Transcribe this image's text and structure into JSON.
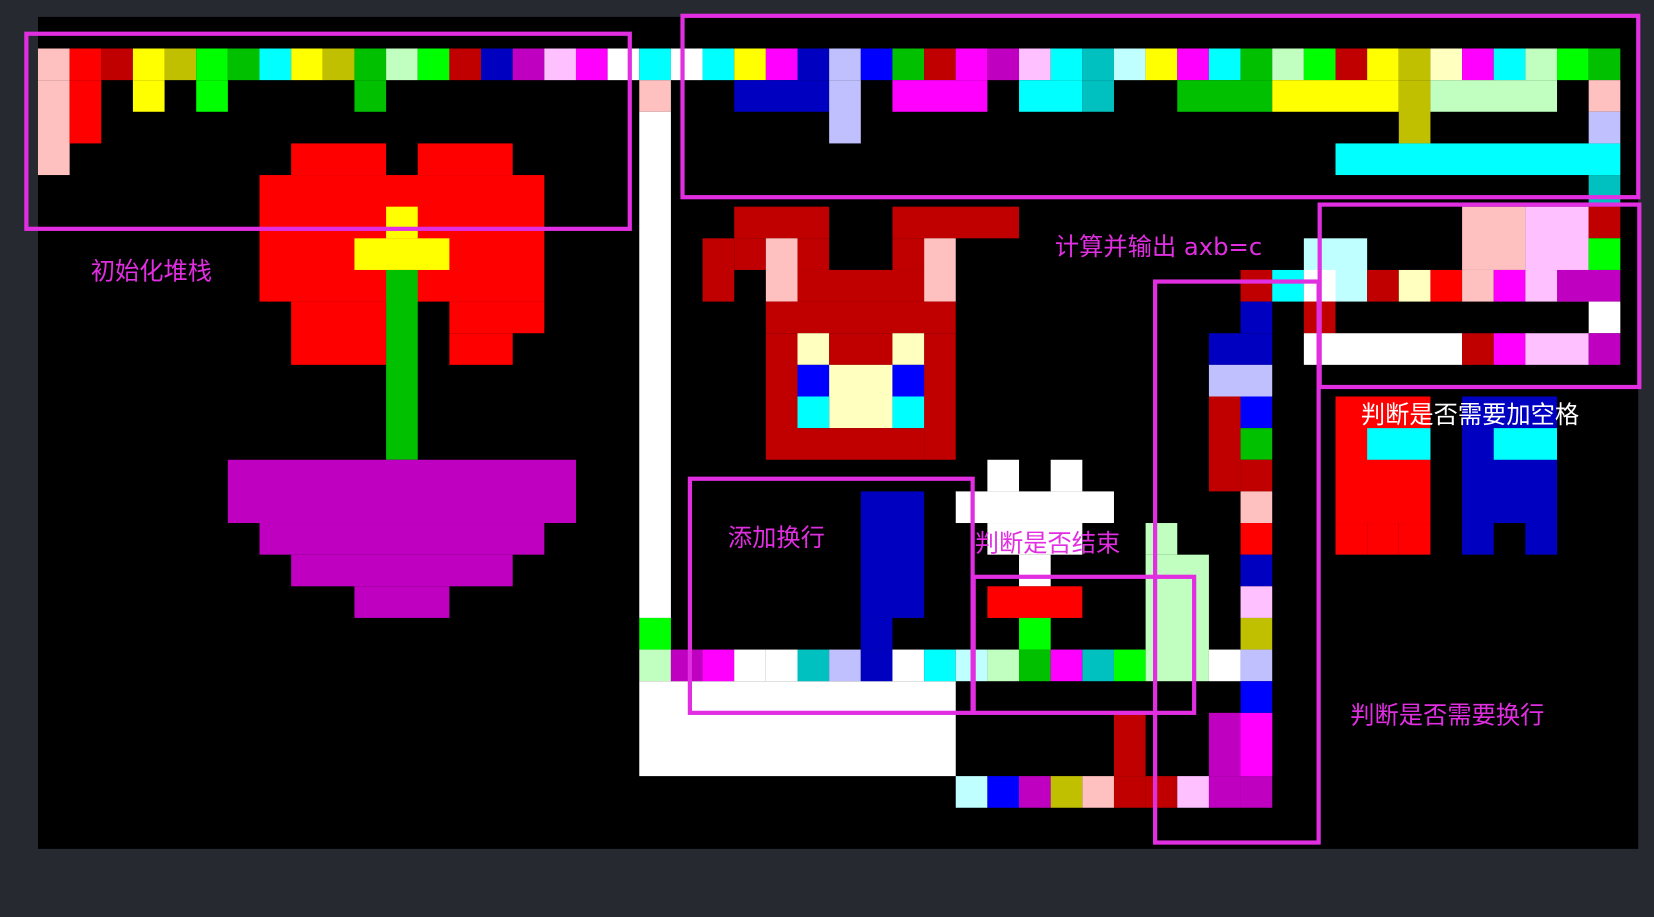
{
  "palette": {
    "border": "#e12ee1",
    "label_magenta": "#e12ee1",
    "label_white": "#ffffff",
    "background": "#262930",
    "canvas": "#000000"
  },
  "annotations": {
    "init_stack": "初始化堆栈",
    "compute_output": "计算并输出 axb=c",
    "need_space_prefix": "判断是否",
    "need_space_suffix": "需要加空格",
    "add_newline": "添加换行",
    "is_end": "判断是否结束",
    "need_newline": "判断是否需要换行"
  },
  "zones": [
    "init-stack-zone",
    "main-loop-zone",
    "compute-zone",
    "space-check-zone",
    "newline-zone",
    "end-check-zone"
  ]
}
